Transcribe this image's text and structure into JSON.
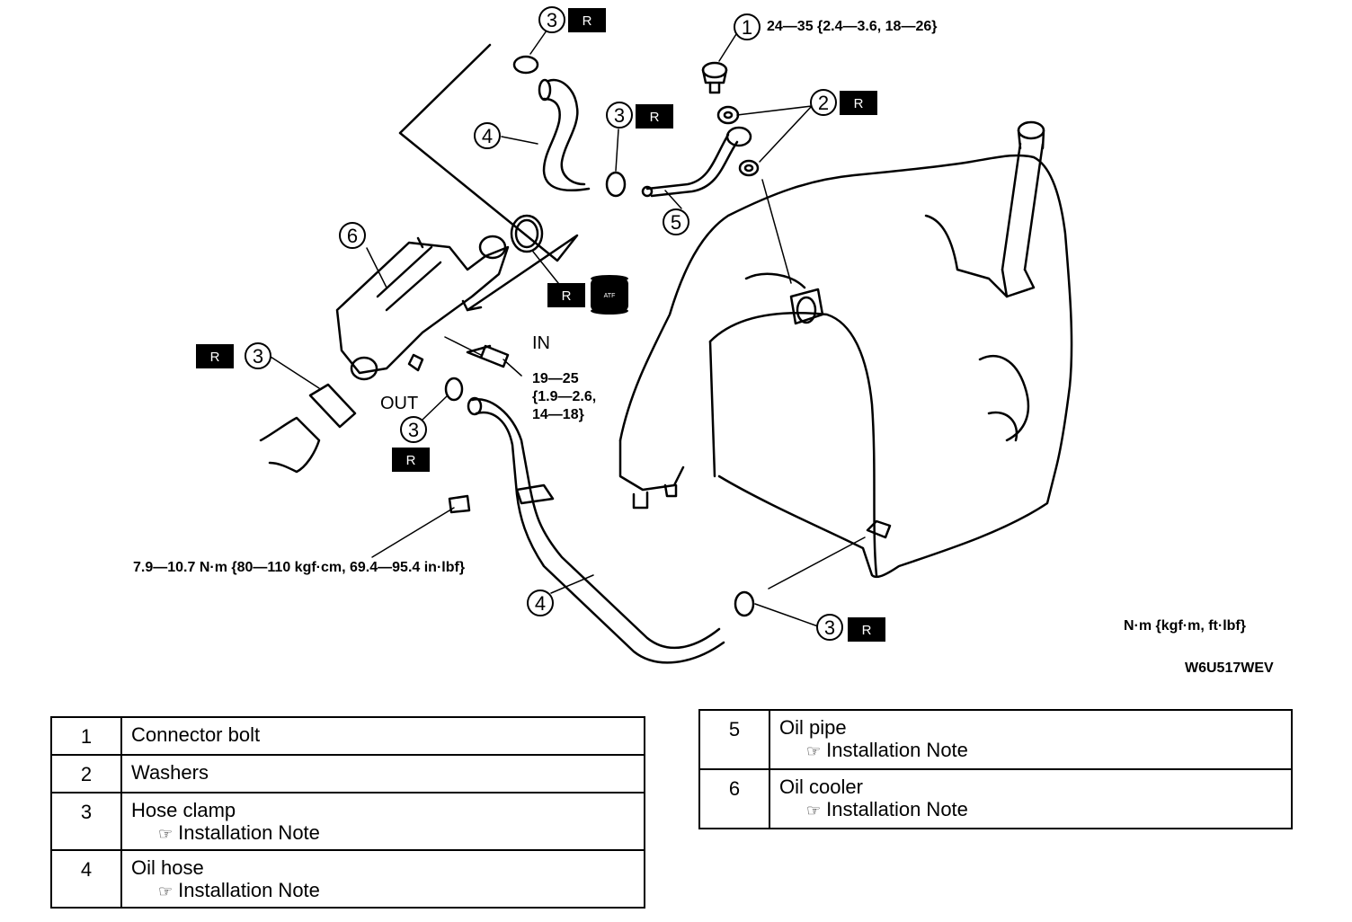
{
  "diagram": {
    "code": "W6U517WEV",
    "units_legend": "N·m {kgf·m, ft·lbf}",
    "torque_connector_bolt": "24—35 {2.4—3.6, 18—26}",
    "torque_cooler_bolt_lines": [
      "19—25",
      "{1.9—2.6,",
      "14—18}"
    ],
    "torque_bracket_bolt": "7.9—10.7 N·m {80—110 kgf·cm, 69.4—95.4 in·lbf}",
    "label_in": "IN",
    "label_out": "OUT",
    "replace_mark": "R",
    "atf_mark": "ATF",
    "callouts": [
      "1",
      "2",
      "3",
      "4",
      "5",
      "6"
    ]
  },
  "parts_table": {
    "left": [
      {
        "num": "1",
        "name": "Connector bolt",
        "note": ""
      },
      {
        "num": "2",
        "name": "Washers",
        "note": ""
      },
      {
        "num": "3",
        "name": "Hose clamp",
        "note": "Installation Note"
      },
      {
        "num": "4",
        "name": "Oil hose",
        "note": "Installation Note"
      }
    ],
    "right": [
      {
        "num": "5",
        "name": "Oil pipe",
        "note": "Installation Note"
      },
      {
        "num": "6",
        "name": "Oil cooler",
        "note": "Installation Note"
      }
    ]
  },
  "icons": {
    "note_icon": "pointing-hand-icon"
  }
}
